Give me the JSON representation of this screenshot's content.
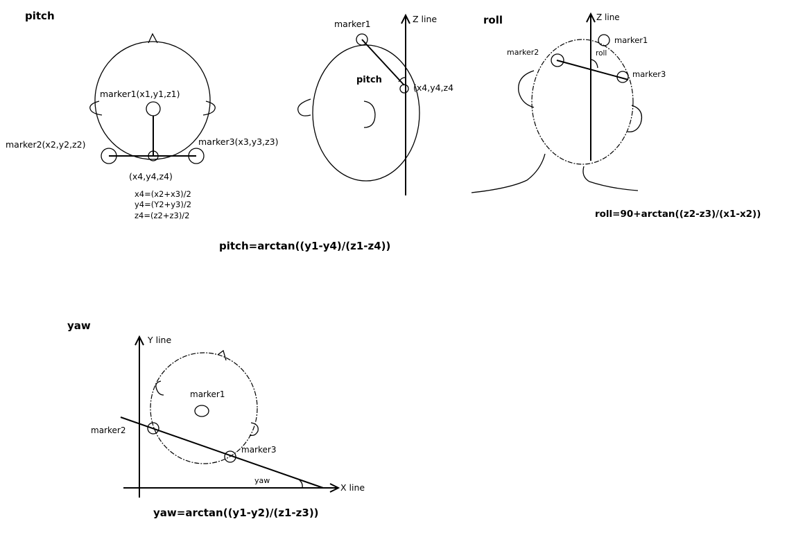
{
  "pitch_front": {
    "title": "pitch",
    "marker1": "marker1(x1,y1,z1)",
    "marker2": "marker2(x2,y2,z2)",
    "marker3": "marker3(x3,y3,z3)",
    "midpoint": "(x4,y4,z4)",
    "eq_x4": "x4=(x2+x3)/2",
    "eq_y4": "y4=(Y2+y3)/2",
    "eq_z4": "z4=(z2+z3)/2"
  },
  "pitch_side": {
    "marker1": "marker1",
    "z_line": "Z line",
    "angle_label": "pitch",
    "midpoint": "(x4,y4,z4",
    "formula": "pitch=arctan((y1-y4)/(z1-z4))"
  },
  "roll": {
    "title": "roll",
    "z_line": "Z line",
    "marker1": "marker1",
    "marker2": "marker2",
    "marker3": "marker3",
    "angle_label": "roll",
    "formula": "roll=90+arctan((z2-z3)/(x1-x2))"
  },
  "yaw": {
    "title": "yaw",
    "y_line": "Y line",
    "x_line": "X line",
    "marker1": "marker1",
    "marker2": "marker2",
    "marker3": "marker3",
    "angle_label": "yaw",
    "formula": "yaw=arctan((y1-y2)/(z1-z3))"
  }
}
